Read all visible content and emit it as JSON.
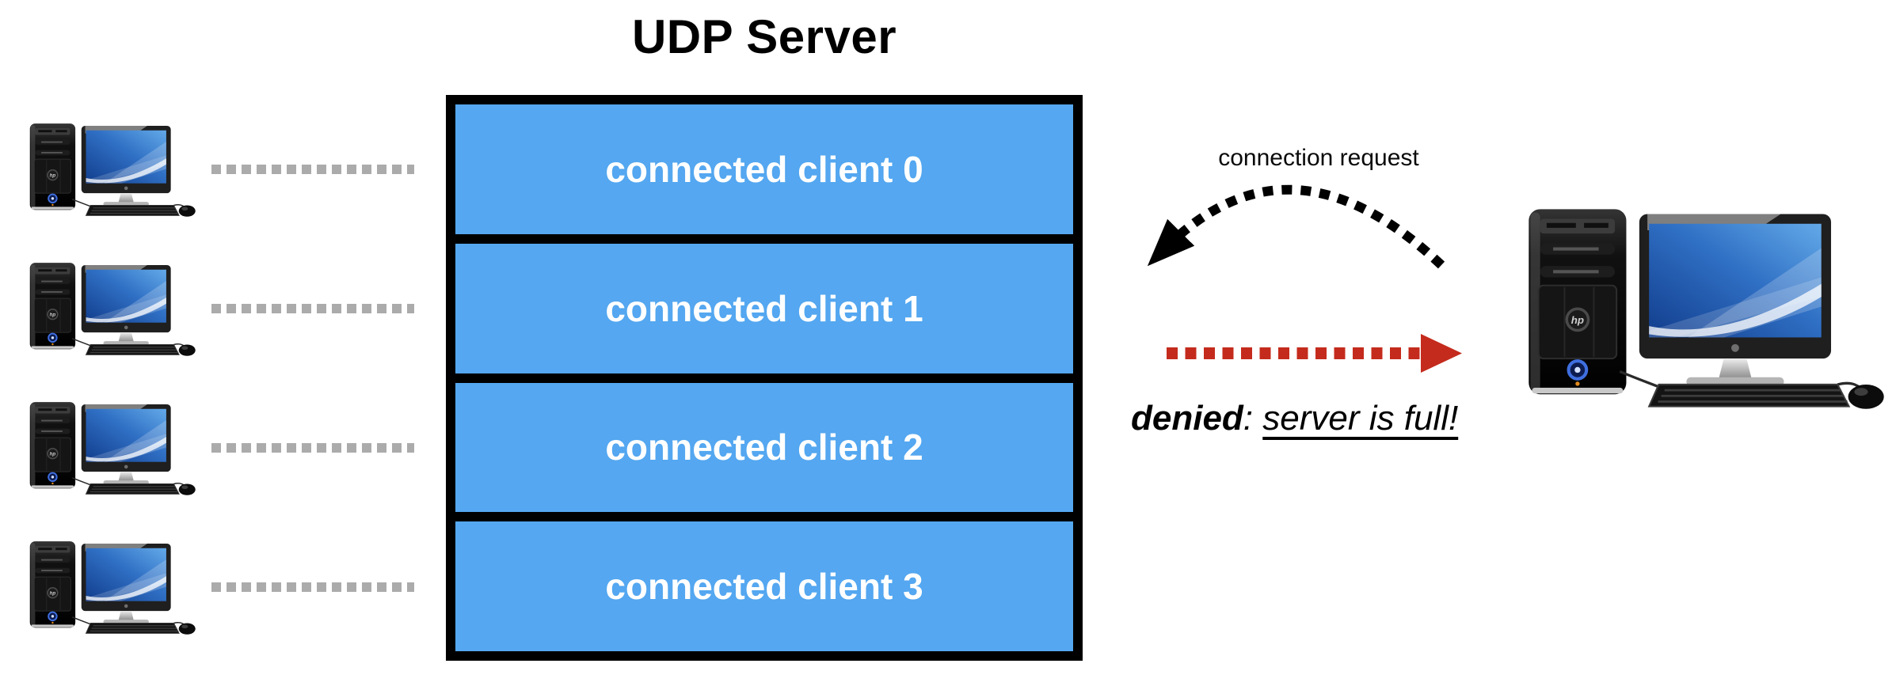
{
  "title": "UDP Server",
  "server": {
    "slots": [
      {
        "label": "connected client 0"
      },
      {
        "label": "connected client 1"
      },
      {
        "label": "connected client 2"
      },
      {
        "label": "connected client 3"
      }
    ]
  },
  "clients": {
    "connected_count": 4,
    "icon": "desktop-computer"
  },
  "annotations": {
    "connection_request": "connection request",
    "denied_word": "denied",
    "denied_separator": ": ",
    "denied_reason": "server is full!"
  },
  "colors": {
    "slot_blue": "#54A7F0",
    "connection_dot_gray": "#ABABAB",
    "denied_red": "#C42B1C",
    "request_black": "#000000"
  }
}
